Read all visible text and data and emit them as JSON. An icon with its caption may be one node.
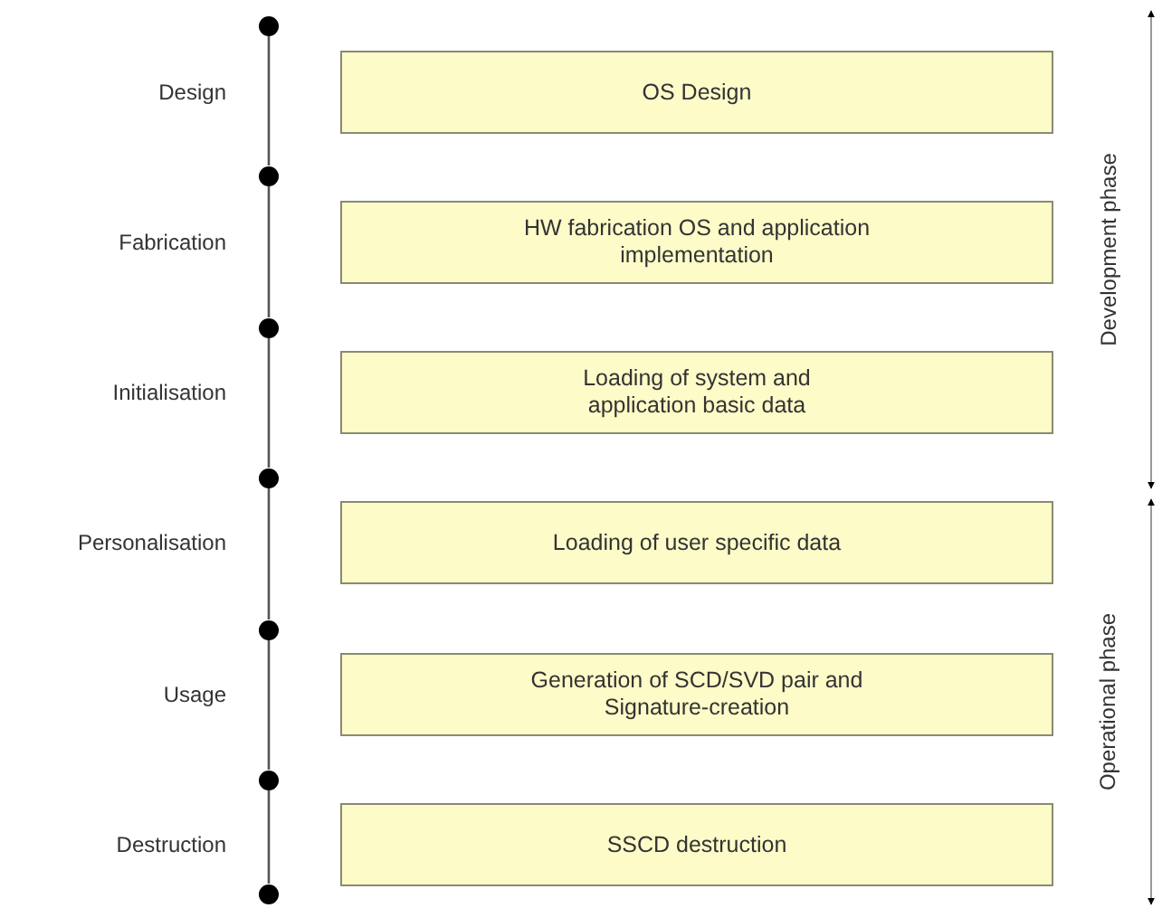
{
  "diagram": {
    "nodes": [
      {
        "text": [
          "OS Design"
        ]
      },
      {
        "text": [
          "HW fabrication OS and application implementation"
        ]
      },
      {
        "text": [
          "Loading of system and application basic data"
        ]
      },
      {
        "text": [
          "Loading of user specific data"
        ]
      },
      {
        "text": [
          "Generation of SCD/SVD pair and Signature-creation"
        ]
      },
      {
        "text": [
          "SSCD destruction"
        ]
      },
      {
        "text": [],
        "shape": "circle"
      },
      {
        "text": [],
        "shape": "circle"
      },
      {
        "text": [],
        "shape": "circle"
      },
      {
        "text": [],
        "shape": "circle"
      },
      {
        "text": [],
        "shape": "circle"
      },
      {
        "text": [],
        "shape": "circle"
      },
      {
        "text": [],
        "shape": "circle"
      }
    ],
    "edges": [
      {
        "from": 6,
        "to": 7,
        "arrow": "none"
      },
      {
        "from": 7,
        "to": 8,
        "arrow": "none"
      },
      {
        "from": 8,
        "to": 9,
        "arrow": "none"
      },
      {
        "from": 9,
        "to": 10,
        "arrow": "none"
      },
      {
        "from": 10,
        "to": 11,
        "arrow": "none"
      },
      {
        "from": 11,
        "to": 12,
        "arrow": "none"
      }
    ],
    "labels": [
      "Design",
      "Fabrication",
      "Initialisation",
      "Personalisation",
      "Usage",
      "Development phase",
      "Destruction",
      "Operational phase"
    ]
  }
}
